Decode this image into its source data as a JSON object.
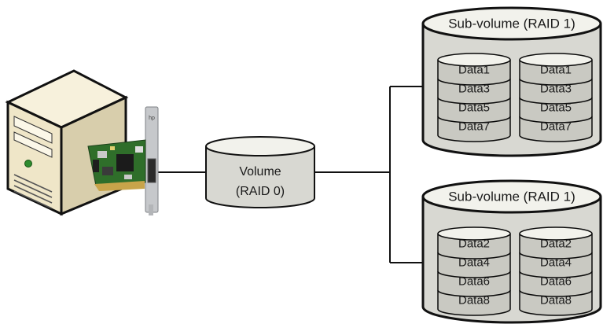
{
  "volume": {
    "line1": "Volume",
    "line2": "(RAID 0)"
  },
  "subvolumes": [
    {
      "title": "Sub-volume (RAID 1)",
      "columns": [
        [
          "Data1",
          "Data3",
          "Data5",
          "Data7"
        ],
        [
          "Data1",
          "Data3",
          "Data5",
          "Data7"
        ]
      ]
    },
    {
      "title": "Sub-volume (RAID 1)",
      "columns": [
        [
          "Data2",
          "Data4",
          "Data6",
          "Data8"
        ],
        [
          "Data2",
          "Data4",
          "Data6",
          "Data8"
        ]
      ]
    }
  ],
  "colors": {
    "cylinder_fill": "#d8d8d2",
    "cylinder_top": "#f2f2ec",
    "disk_fill": "#c9c9c2",
    "outline": "#0a0a0a",
    "server_body": "#efe6c8",
    "board_green": "#2f6e2a",
    "bracket_gray": "#c6c8cb"
  },
  "icons": {
    "server": "tower-server-icon",
    "controller": "raid-controller-card-icon"
  }
}
